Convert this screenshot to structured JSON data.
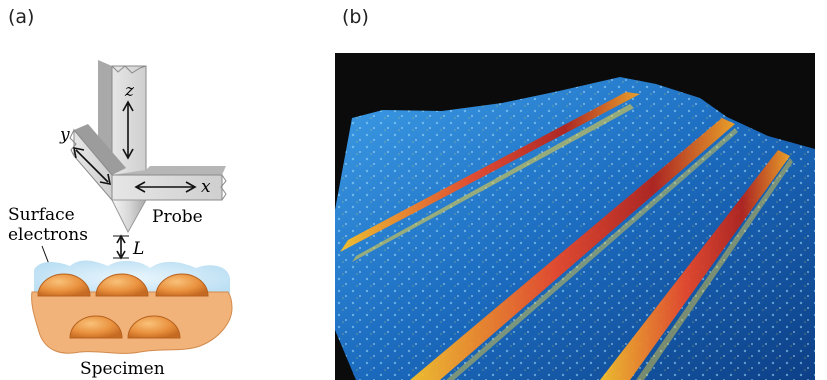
{
  "panels": {
    "a": "(a)",
    "b": "(b)"
  },
  "diagram": {
    "axis_z": "z",
    "axis_y": "y",
    "axis_x": "x",
    "probe_label": "Probe",
    "surface_label_line1": "Surface",
    "surface_label_line2": "electrons",
    "gap_label": "L",
    "specimen_label": "Specimen"
  },
  "image": {
    "description_colors": {
      "background": "#0b0b0b",
      "surface": "#1f7fd0",
      "ridge": "#e0462a"
    }
  }
}
